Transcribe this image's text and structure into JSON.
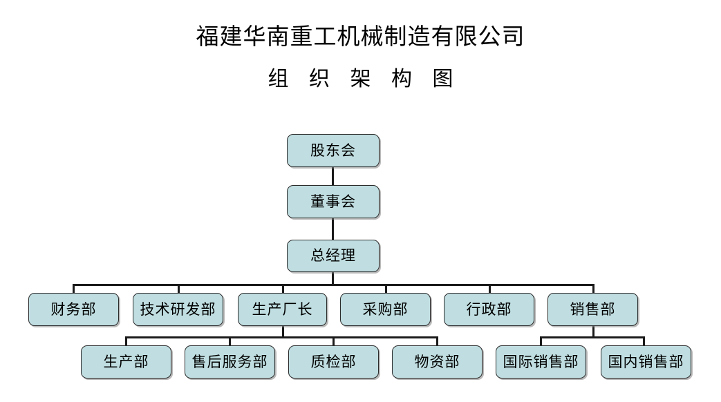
{
  "document": {
    "company_title": "福建华南重工机械制造有限公司",
    "chart_subtitle": "组 织 架 构 图"
  },
  "theme": {
    "node_fill": "#c0dee1",
    "node_border": "#2b2b2b",
    "connector_color": "#1a1a1a",
    "page_background": "#ffffff",
    "text_color": "#000000"
  },
  "org_chart": {
    "type": "org-tree",
    "levels": [
      {
        "level": 1,
        "nodes": [
          {
            "id": "shareholders",
            "label": "股东会"
          }
        ]
      },
      {
        "level": 2,
        "nodes": [
          {
            "id": "board",
            "label": "董事会"
          }
        ]
      },
      {
        "level": 3,
        "nodes": [
          {
            "id": "general-manager",
            "label": "总经理"
          }
        ]
      },
      {
        "level": 4,
        "nodes": [
          {
            "id": "finance",
            "label": "财务部"
          },
          {
            "id": "rnd",
            "label": "技术研发部"
          },
          {
            "id": "production-director",
            "label": "生产厂长"
          },
          {
            "id": "purchasing",
            "label": "采购部"
          },
          {
            "id": "administration",
            "label": "行政部"
          },
          {
            "id": "sales",
            "label": "销售部"
          }
        ]
      },
      {
        "level": 5,
        "nodes": [
          {
            "id": "production",
            "label": "生产部"
          },
          {
            "id": "after-sales-service",
            "label": "售后服务部"
          },
          {
            "id": "quality-inspection",
            "label": "质检部"
          },
          {
            "id": "materials",
            "label": "物资部"
          },
          {
            "id": "international-sales",
            "label": "国际销售部"
          },
          {
            "id": "domestic-sales",
            "label": "国内销售部"
          }
        ]
      }
    ],
    "edges": [
      {
        "from": "shareholders",
        "to": "board"
      },
      {
        "from": "board",
        "to": "general-manager"
      },
      {
        "from": "general-manager",
        "to": "finance"
      },
      {
        "from": "general-manager",
        "to": "rnd"
      },
      {
        "from": "general-manager",
        "to": "production-director"
      },
      {
        "from": "general-manager",
        "to": "purchasing"
      },
      {
        "from": "general-manager",
        "to": "administration"
      },
      {
        "from": "general-manager",
        "to": "sales"
      },
      {
        "from": "production-director",
        "to": "production"
      },
      {
        "from": "production-director",
        "to": "after-sales-service"
      },
      {
        "from": "production-director",
        "to": "quality-inspection"
      },
      {
        "from": "production-director",
        "to": "materials"
      },
      {
        "from": "sales",
        "to": "international-sales"
      },
      {
        "from": "sales",
        "to": "domestic-sales"
      }
    ]
  }
}
